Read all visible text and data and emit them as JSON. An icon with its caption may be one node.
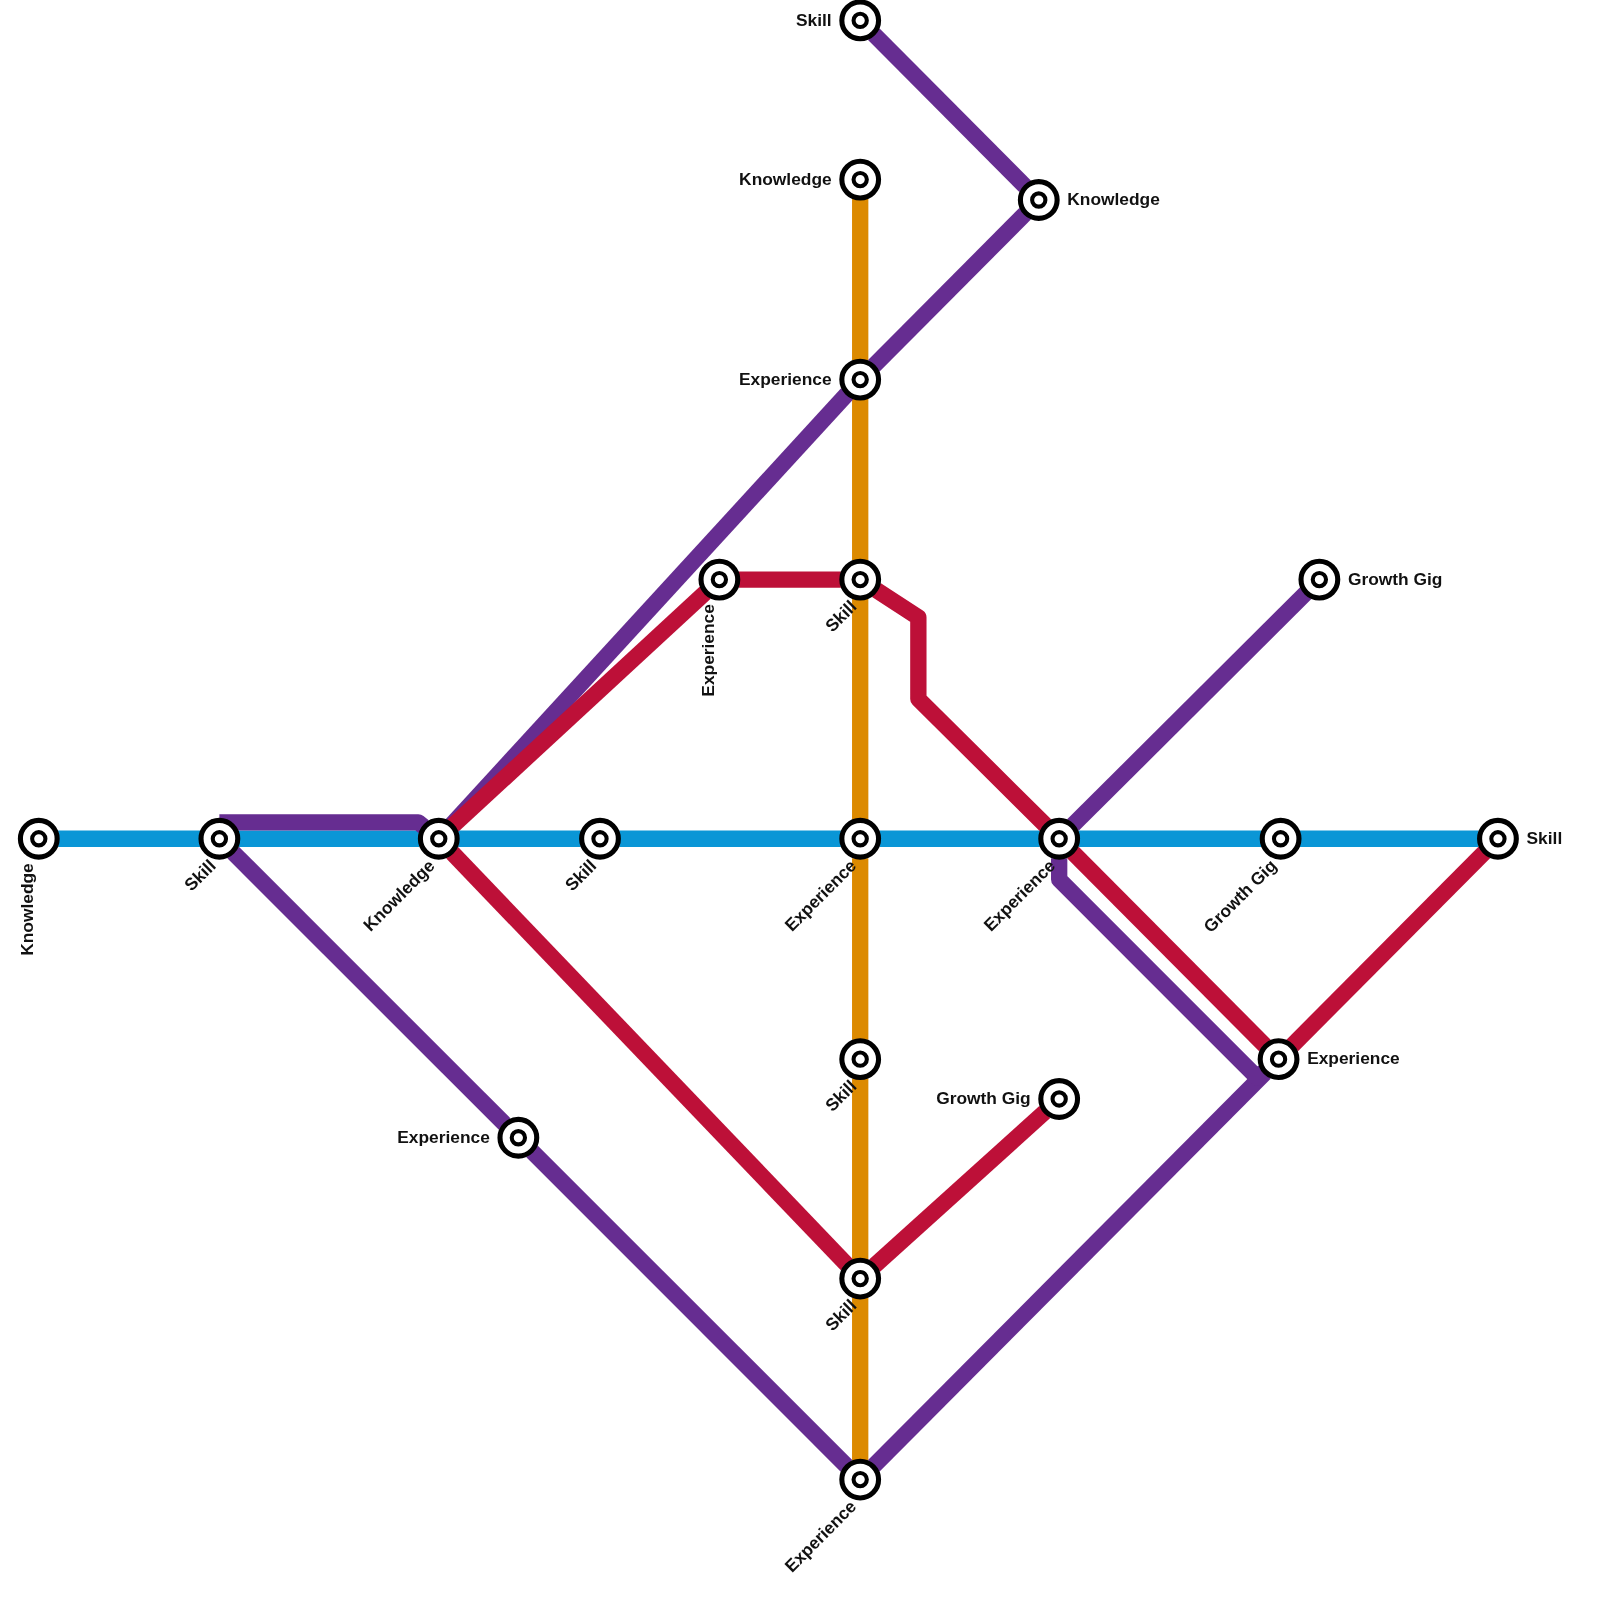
{
  "diagram": {
    "nodes": [
      {
        "text": [
          "Skill"
        ]
      },
      {
        "text": [
          "Knowledge"
        ]
      },
      {
        "text": [
          "Knowledge"
        ]
      },
      {
        "text": [
          "Experience"
        ]
      },
      {
        "text": [
          "Experience"
        ]
      },
      {
        "text": [
          "Skill"
        ]
      },
      {
        "text": [
          "Growth Gig"
        ]
      },
      {
        "text": [
          "Knowledge"
        ]
      },
      {
        "text": [
          "Skill"
        ]
      },
      {
        "text": [
          "Knowledge"
        ]
      },
      {
        "text": [
          "Skill"
        ]
      },
      {
        "text": [
          "Experience"
        ]
      },
      {
        "text": [
          "Experience"
        ]
      },
      {
        "text": [
          "Growth Gig"
        ]
      },
      {
        "text": [
          "Skill"
        ]
      },
      {
        "text": [
          "Experience"
        ]
      },
      {
        "text": [
          "Skill"
        ]
      },
      {
        "text": [
          "Growth Gig"
        ]
      },
      {
        "text": [
          "Experience"
        ]
      },
      {
        "text": [
          "Skill"
        ]
      },
      {
        "text": [
          "Experience"
        ]
      }
    ],
    "edges": [
      {
        "from": 7,
        "to": 8,
        "arrow": "none",
        "color": "#0a96d6"
      },
      {
        "from": 8,
        "to": 9,
        "arrow": "none",
        "color": "#0a96d6"
      },
      {
        "from": 9,
        "to": 10,
        "arrow": "none",
        "color": "#0a96d6"
      },
      {
        "from": 10,
        "to": 11,
        "arrow": "none",
        "color": "#0a96d6"
      },
      {
        "from": 11,
        "to": 12,
        "arrow": "none",
        "color": "#0a96d6"
      },
      {
        "from": 12,
        "to": 13,
        "arrow": "none",
        "color": "#0a96d6"
      },
      {
        "from": 13,
        "to": 14,
        "arrow": "none",
        "color": "#0a96d6"
      },
      {
        "from": 1,
        "to": 3,
        "arrow": "none",
        "color": "#dc8a00"
      },
      {
        "from": 3,
        "to": 5,
        "arrow": "none",
        "color": "#dc8a00"
      },
      {
        "from": 5,
        "to": 11,
        "arrow": "none",
        "color": "#dc8a00"
      },
      {
        "from": 11,
        "to": 16,
        "arrow": "none",
        "color": "#dc8a00"
      },
      {
        "from": 16,
        "to": 19,
        "arrow": "none",
        "color": "#dc8a00"
      },
      {
        "from": 19,
        "to": 20,
        "arrow": "none",
        "color": "#dc8a00"
      },
      {
        "from": 0,
        "to": 2,
        "arrow": "none",
        "color": "#662d91"
      },
      {
        "from": 2,
        "to": 3,
        "arrow": "none",
        "color": "#662d91"
      },
      {
        "from": 3,
        "to": 9,
        "arrow": "none",
        "color": "#662d91"
      },
      {
        "from": 9,
        "to": 8,
        "arrow": "none",
        "color": "#662d91"
      },
      {
        "from": 8,
        "to": 18,
        "arrow": "none",
        "color": "#662d91"
      },
      {
        "from": 18,
        "to": 20,
        "arrow": "none",
        "color": "#662d91"
      },
      {
        "from": 20,
        "to": 15,
        "arrow": "none",
        "color": "#662d91"
      },
      {
        "from": 15,
        "to": 12,
        "arrow": "none",
        "color": "#662d91"
      },
      {
        "from": 12,
        "to": 6,
        "arrow": "none",
        "color": "#662d91"
      },
      {
        "from": 9,
        "to": 4,
        "arrow": "none",
        "color": "#bd1038"
      },
      {
        "from": 4,
        "to": 5,
        "arrow": "none",
        "color": "#bd1038"
      },
      {
        "from": 5,
        "to": 12,
        "arrow": "none",
        "color": "#bd1038"
      },
      {
        "from": 12,
        "to": 15,
        "arrow": "none",
        "color": "#bd1038"
      },
      {
        "from": 15,
        "to": 14,
        "arrow": "none",
        "color": "#bd1038"
      },
      {
        "from": 9,
        "to": 19,
        "arrow": "none",
        "color": "#bd1038"
      },
      {
        "from": 19,
        "to": 17,
        "arrow": "none",
        "color": "#bd1038"
      }
    ]
  }
}
